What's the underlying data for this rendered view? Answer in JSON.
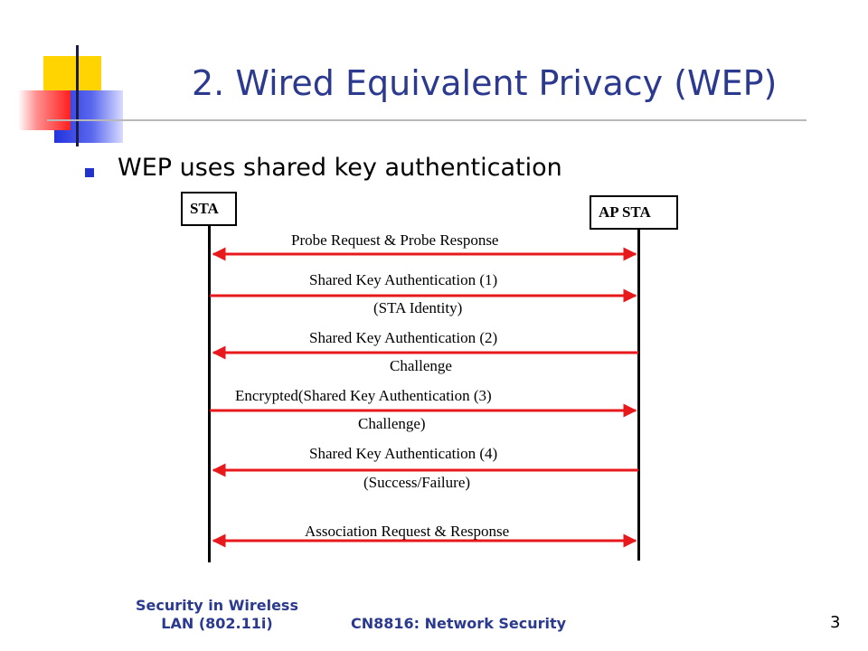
{
  "slide": {
    "title": "2. Wired Equivalent Privacy (WEP)",
    "bullet": "WEP uses shared key authentication"
  },
  "diagram": {
    "entities": {
      "sta": "STA",
      "ap": "AP STA"
    },
    "messages": [
      {
        "label": "Probe Request & Probe Response",
        "sub": "",
        "direction": "both"
      },
      {
        "label": "Shared Key Authentication (1)",
        "sub": "(STA Identity)",
        "direction": "sta-to-ap"
      },
      {
        "label": "Shared Key Authentication (2)",
        "sub": "Challenge",
        "direction": "ap-to-sta"
      },
      {
        "label": "Encrypted(Shared Key Authentication (3)",
        "sub": "Challenge)",
        "direction": "sta-to-ap"
      },
      {
        "label": "Shared Key Authentication (4)",
        "sub": "(Success/Failure)",
        "direction": "ap-to-sta"
      },
      {
        "label": "Association Request & Response",
        "sub": "",
        "direction": "both"
      }
    ],
    "arrow_color": "#e8191c"
  },
  "footer": {
    "left": "Security in Wireless LAN (802.11i)",
    "center": "CN8816: Network Security",
    "page_number": "3"
  },
  "colors": {
    "title": "#2b3a8e",
    "bullet_marker": "#2233cc",
    "accent_yellow": "#ffd400",
    "accent_blue": "#2233dd",
    "accent_red": "#ff1e1e"
  }
}
